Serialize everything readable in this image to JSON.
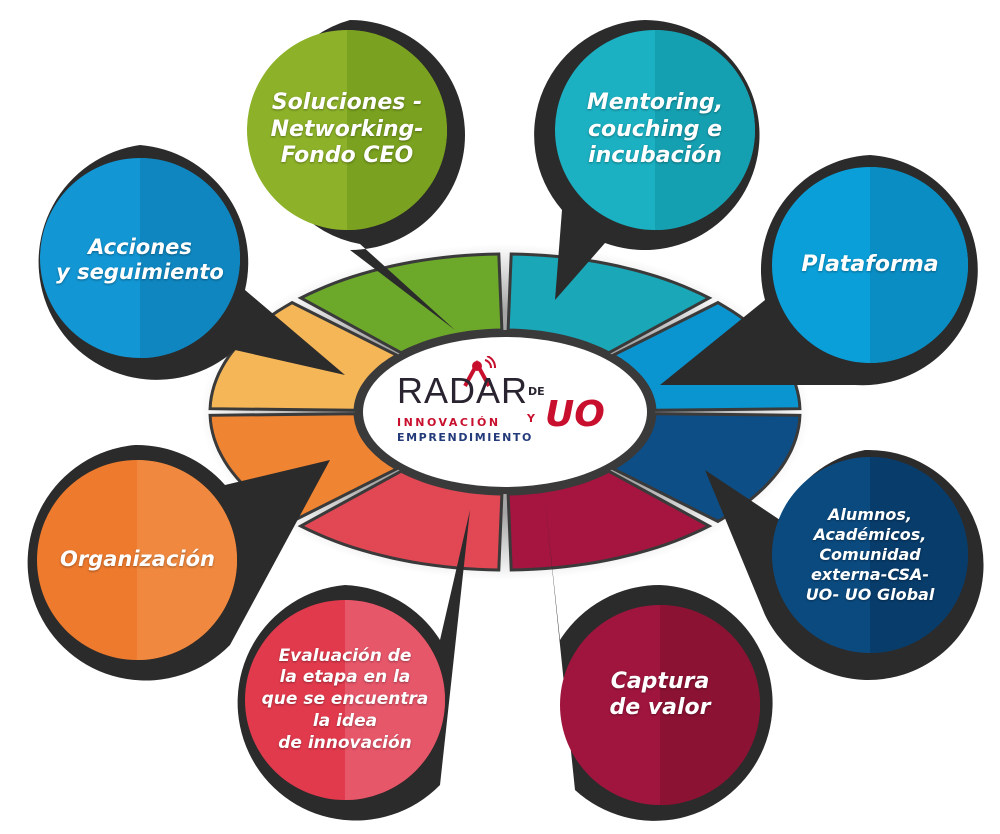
{
  "logo": {
    "radar": "RADAR",
    "de": "DE",
    "innovacion": "INNOVACIÓN",
    "y": "Y",
    "emprendimiento": "EMPRENDIMIENTO",
    "uo": "UO"
  },
  "bubbles": [
    {
      "id": "soluciones",
      "lines": [
        "Soluciones -",
        "Networking-",
        "Fondo CEO"
      ],
      "color": "#8db229"
    },
    {
      "id": "mentoring",
      "lines": [
        "Mentoring,",
        "couching e",
        "incubación"
      ],
      "color": "#1bb1c2"
    },
    {
      "id": "plataforma",
      "lines": [
        "Plataforma"
      ],
      "color": "#0a9fd8"
    },
    {
      "id": "alumnos",
      "lines": [
        "Alumnos,",
        "Académicos,",
        "Comunidad",
        "externa-CSA-",
        "UO- UO Global"
      ],
      "color": "#0b4a7f"
    },
    {
      "id": "captura",
      "lines": [
        "Captura",
        "de valor"
      ],
      "color": "#a0153e"
    },
    {
      "id": "evaluacion",
      "lines": [
        "Evaluación de",
        "la etapa en la",
        "que se encuentra",
        "la idea",
        "de innovación"
      ],
      "color": "#e23a4d"
    },
    {
      "id": "organizacion",
      "lines": [
        "Organización"
      ],
      "color": "#ee7a2e"
    },
    {
      "id": "acciones",
      "lines": [
        "Acciones",
        "y seguimiento"
      ],
      "color": "#1296d4"
    }
  ],
  "ring_colors": [
    "#6ca82a",
    "#1aa7b7",
    "#0a95d1",
    "#0d4e86",
    "#a51540",
    "#e24754",
    "#ef8433",
    "#f5b658"
  ]
}
